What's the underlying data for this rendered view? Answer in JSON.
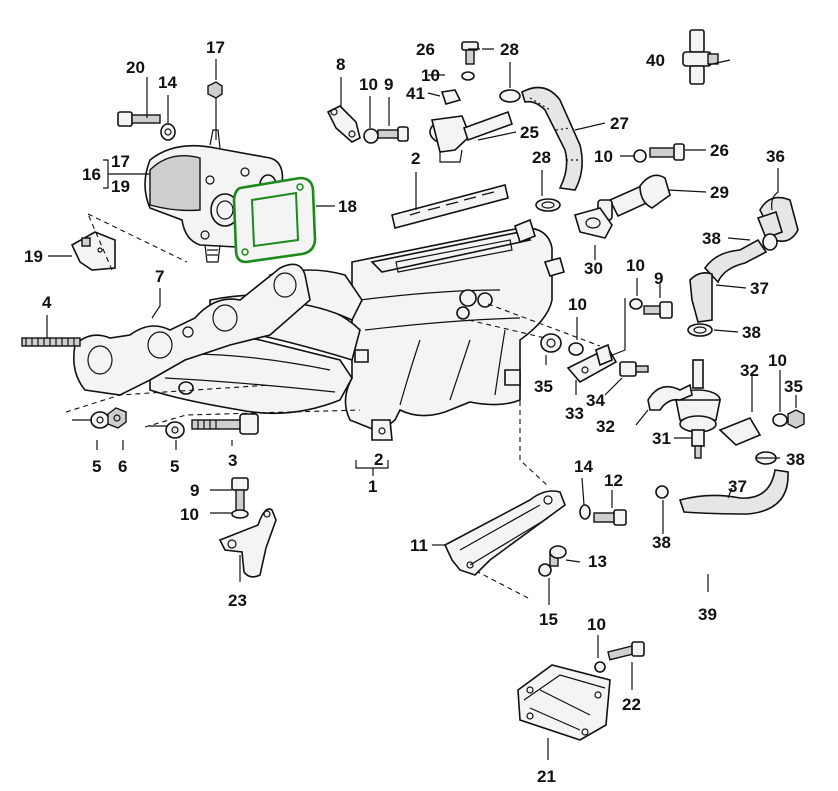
{
  "diagram": {
    "highlight_color": "#1a8a1a",
    "callouts": {
      "c1": "1",
      "c2a": "2",
      "c2b": "2",
      "c3": "3",
      "c4": "4",
      "c5a": "5",
      "c5b": "5",
      "c6": "6",
      "c7": "7",
      "c8": "8",
      "c9a": "9",
      "c9b": "9",
      "c9c": "9",
      "c10a": "10",
      "c10b": "10",
      "c10c": "10",
      "c10d": "10",
      "c10e": "10",
      "c10f": "10",
      "c10g": "10",
      "c10h": "10",
      "c11": "11",
      "c12": "12",
      "c13": "13",
      "c14a": "14",
      "c14b": "14",
      "c15": "15",
      "c16": "16",
      "c17a": "17",
      "c17b": "17",
      "c18": "18",
      "c19a": "19",
      "c19b": "19",
      "c20": "20",
      "c21": "21",
      "c22": "22",
      "c23": "23",
      "c25": "25",
      "c26a": "26",
      "c26b": "26",
      "c27": "27",
      "c28a": "28",
      "c28b": "28",
      "c29": "29",
      "c30": "30",
      "c31": "31",
      "c32a": "32",
      "c32b": "32",
      "c33": "33",
      "c34": "34",
      "c35a": "35",
      "c35b": "35",
      "c36": "36",
      "c37a": "37",
      "c37b": "37",
      "c38a": "38",
      "c38b": "38",
      "c38c": "38",
      "c38d": "38",
      "c39": "39",
      "c40": "40",
      "c41": "41"
    }
  }
}
